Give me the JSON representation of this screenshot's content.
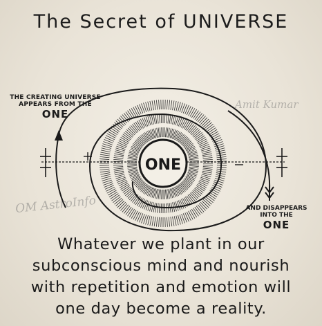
{
  "title": "The Secret of UNIVERSE",
  "left_caption": {
    "line1": "THE CREATING UNIVERSE",
    "line2": "APPEARS FROM THE",
    "line3": "ONE"
  },
  "center_label": "ONE",
  "right_caption": {
    "line1": "AND DISAPPEARS",
    "line2": "INTO THE",
    "line3": "ONE"
  },
  "watermark_top": "Amit Kumar",
  "watermark_bottom": "OM AstroInfo",
  "quote": {
    "line1": "Whatever we plant in our",
    "line2": "subconscious mind and nourish",
    "line3": "with repetition and emotion will",
    "line4": "one day become a reality."
  },
  "colors": {
    "background": "#e8e2d6",
    "ink": "#1a1a1a"
  }
}
